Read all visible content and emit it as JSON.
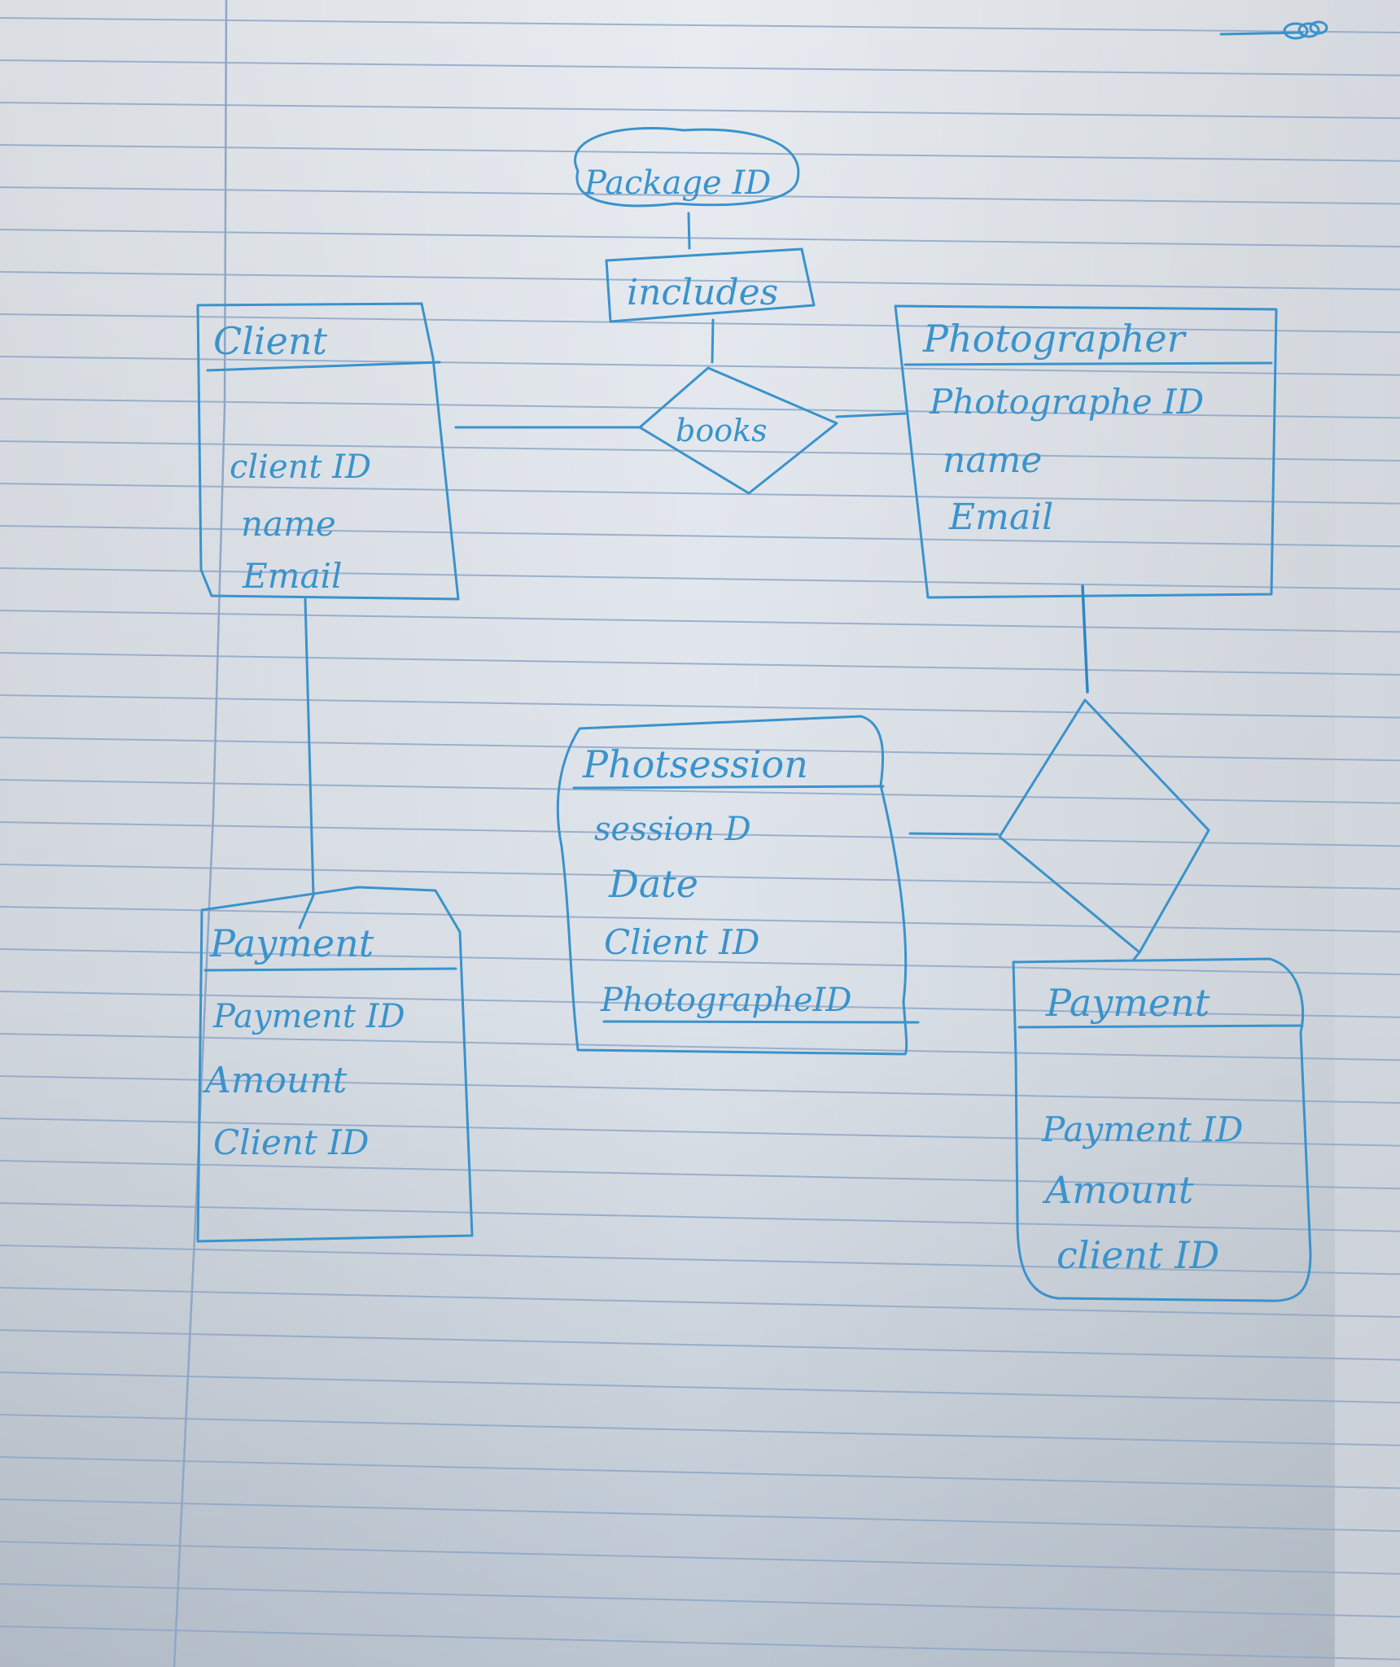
{
  "diagram": {
    "package_attribute": {
      "label": "Package ID"
    },
    "includes_relationship": {
      "label": "includes"
    },
    "books_relationship": {
      "label": "books"
    },
    "client_entity": {
      "title": "Client",
      "attributes": [
        "client ID",
        "name",
        "Email"
      ]
    },
    "photographer_entity": {
      "title": "Photographer",
      "attributes": [
        "Photographe ID",
        "name",
        "Email"
      ]
    },
    "photosession_entity": {
      "title": "Photsession",
      "attributes": [
        "session D",
        "Date",
        "Client ID",
        "PhotographeID"
      ]
    },
    "payment_entity_left": {
      "title": "Payment",
      "attributes": [
        "Payment ID",
        "Amount",
        "Client ID"
      ]
    },
    "payment_entity_right": {
      "title": "Payment",
      "attributes": [
        "Payment ID",
        "Amount",
        "client ID"
      ]
    }
  },
  "colors": {
    "ink": "#3a93cc",
    "paper": "#e3e7ed",
    "rule_line": "#8fa7c7",
    "margin_line": "#8fa7c7"
  }
}
